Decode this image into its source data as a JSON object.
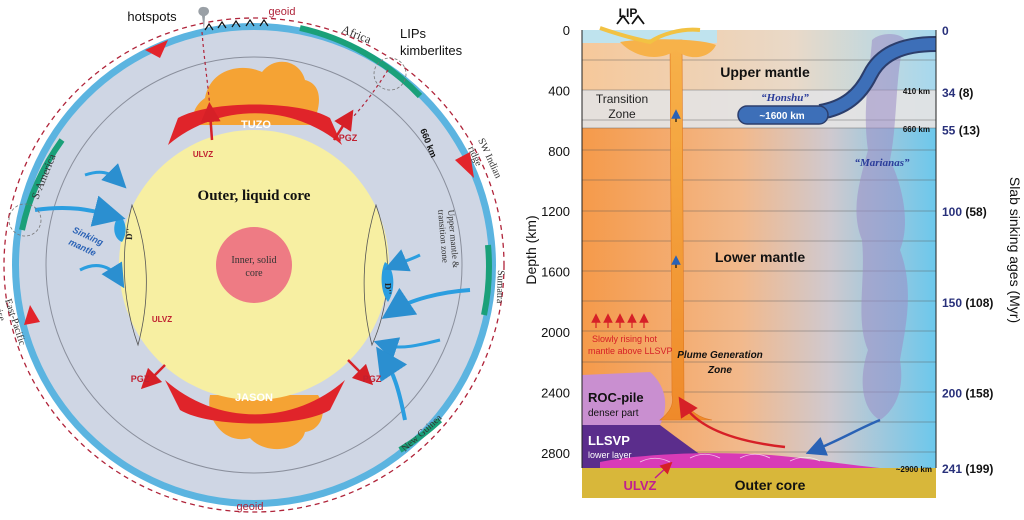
{
  "left_panel": {
    "outer_core": "Outer, liquid core",
    "inner_core_line1": "Inner, solid",
    "inner_core_line2": "core",
    "tuzo": "TUZO",
    "jason": "JASON",
    "ulvz_top": "ULVZ",
    "ulvz_bottom": "ULVZ",
    "pgz_top_right": "PGZ",
    "pgz_bottom_left": "PGZ",
    "pgz_bottom_right": "PGZ",
    "hotspots": "hotspots",
    "geoid_top": "geoid",
    "geoid_bottom": "geoid",
    "africa": "Africa",
    "lips_line1": "LIPs",
    "lips_line2": "kimberlites",
    "sw_indian_line1": "SW Indian",
    "sw_indian_line2": "ridge",
    "s_america": "S-America",
    "sinking_mantle_line1": "Sinking",
    "sinking_mantle_line2": "mantle",
    "d660": "660 km",
    "upper_mantle_tz_line1": "Upper mantle &",
    "upper_mantle_tz_line2": "transition zone",
    "sumatra": "Sumatra",
    "east_pacific_line1": "East-Pacific",
    "east_pacific_line2": "rise",
    "new_guinea": "New Guinea",
    "dpp_left": "D''",
    "dpp_right": "D''"
  },
  "right_panel": {
    "y_axis_title": "Depth (km)",
    "y_ticks": [
      "0",
      "400",
      "800",
      "1200",
      "1600",
      "2000",
      "2400",
      "2800"
    ],
    "right_axis_title": "Slab sinking ages (Myr)",
    "right_ticks": [
      {
        "main": "0",
        "paren": ""
      },
      {
        "main": "34",
        "paren": "(8)"
      },
      {
        "main": "55",
        "paren": "(13)"
      },
      {
        "main": "100",
        "paren": "(58)"
      },
      {
        "main": "150",
        "paren": "(108)"
      },
      {
        "main": "200",
        "paren": "(158)"
      },
      {
        "main": "241",
        "paren": "(199)"
      }
    ],
    "lip": "LIP",
    "upper_mantle": "Upper mantle",
    "transition_zone_line1": "Transition",
    "transition_zone_line2": "Zone",
    "honshu": "“Honshu”",
    "honshu_length": "~1600 km",
    "km410": "410 km",
    "km660": "660 km",
    "marianas": "“Marianas”",
    "lower_mantle": "Lower mantle",
    "slowly_line1": "Slowly rising hot",
    "slowly_line2": "mantle above LLSVP",
    "pgz_line1": "Plume Generation",
    "pgz_line2": "Zone",
    "roc_pile": "ROC-pile",
    "roc_sub": "denser part",
    "llsvp": "LLSVP",
    "llsvp_sub": "lower layer",
    "ulvz": "ULVZ",
    "km2900": "~2900 km",
    "outer_core": "Outer core"
  },
  "colors": {
    "ocean_blue": "#5bb4e0",
    "mantle_gray": "#cfd6e4",
    "core_yellow": "#f7efa2",
    "inner_core_pink": "#ee7b84",
    "llsvp_red": "#e0242a",
    "plume_orange": "#f5a334",
    "lip_red": "#e3242b",
    "continent_green": "#1aa079",
    "slab_blue": "#3d6fb8",
    "llsvp_purple": "#5b2d8c",
    "roc_pink": "#c98fd0",
    "outer_core_gold": "#d8b73a",
    "axis_navy": "#28307a"
  }
}
